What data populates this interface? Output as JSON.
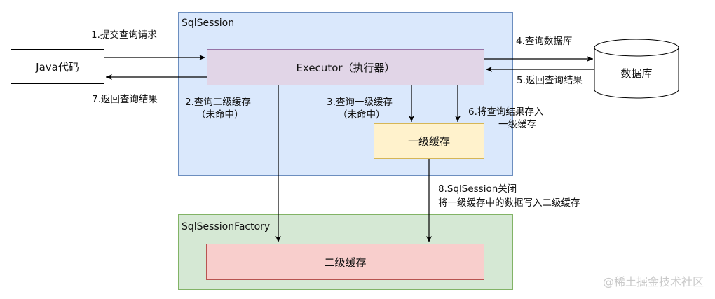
{
  "containers": {
    "sqlsession": "SqlSession",
    "factory": "SqlSessionFactory"
  },
  "nodes": {
    "java": "Java代码",
    "executor": "Executor（执行器）",
    "cache1": "一级缓存",
    "cache2": "二级缓存",
    "database": "数据库"
  },
  "edges": {
    "e1": "1.提交查询请求",
    "e2_line1": "2.查询二级缓存",
    "e2_line2": "（未命中）",
    "e3_line1": "3.查询一级缓存",
    "e3_line2": "（未命中）",
    "e4": "4.查询数据库",
    "e5": "5.返回查询结果",
    "e6_line1": "6.将查询结果存入",
    "e6_line2": "一级缓存",
    "e7": "7.返回查询结果",
    "e8_line1": "8.SqlSession关闭",
    "e8_line2": "将一级缓存中的数据写入二级缓存"
  },
  "watermark": "@稀土掘金技术社区",
  "colors": {
    "sqlsession_fill": "#dae8fc",
    "sqlsession_stroke": "#6c8ebf",
    "factory_fill": "#d5e8d4",
    "factory_stroke": "#82b366",
    "executor_fill": "#e1d5e7",
    "executor_stroke": "#9673a6",
    "cache1_fill": "#fff2cc",
    "cache1_stroke": "#d6b656",
    "cache2_fill": "#f8cecc",
    "cache2_stroke": "#b85450"
  }
}
